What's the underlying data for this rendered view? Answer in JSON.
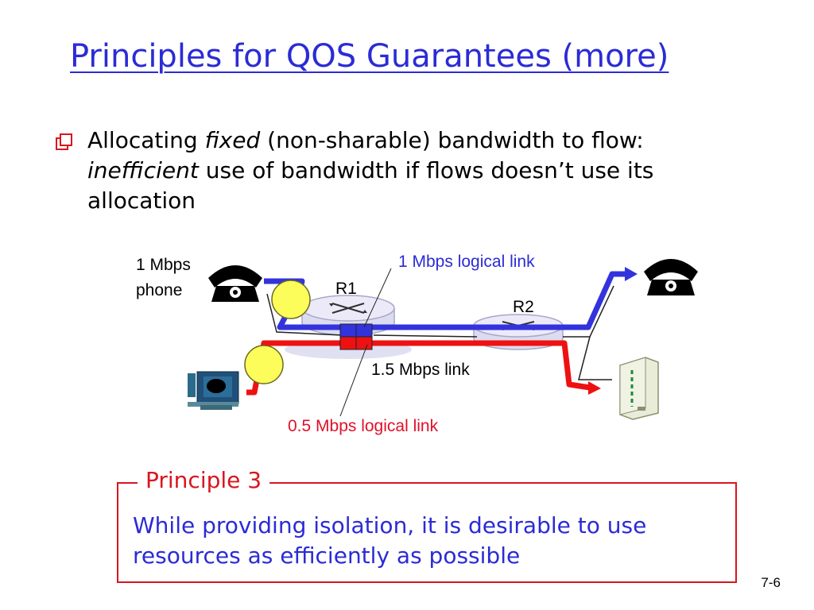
{
  "slide": {
    "title": "Principles for QOS Guarantees (more)",
    "number": "7-6"
  },
  "bullet": {
    "icon": "hollow-square-bullet-icon",
    "part1": "Allocating ",
    "part2_italic": "fixed",
    "part3": " (non-sharable) bandwidth to flow: ",
    "part4_italic": "inefficient",
    "part5": " use of bandwidth if flows doesn’t use its allocation"
  },
  "diagram": {
    "phone_label_line1": "1 Mbps",
    "phone_label_line2": "phone",
    "router1_label": "R1",
    "router2_label": "R2",
    "logical_link_1mbps": "1 Mbps logical link",
    "physical_link": "1.5 Mbps link",
    "logical_link_05mbps": "0.5 Mbps logical link",
    "icons": [
      "telephone-icon",
      "router-icon",
      "computer-icon",
      "server-icon"
    ],
    "colors": {
      "blue_flow": "#3333dd",
      "red_flow": "#ee1111",
      "accent_text_blue": "#2b2bd6",
      "accent_text_red": "#e0102a"
    }
  },
  "principle": {
    "title": "Principle 3",
    "text": "While providing isolation, it is desirable to use resources as efficiently as possible"
  }
}
